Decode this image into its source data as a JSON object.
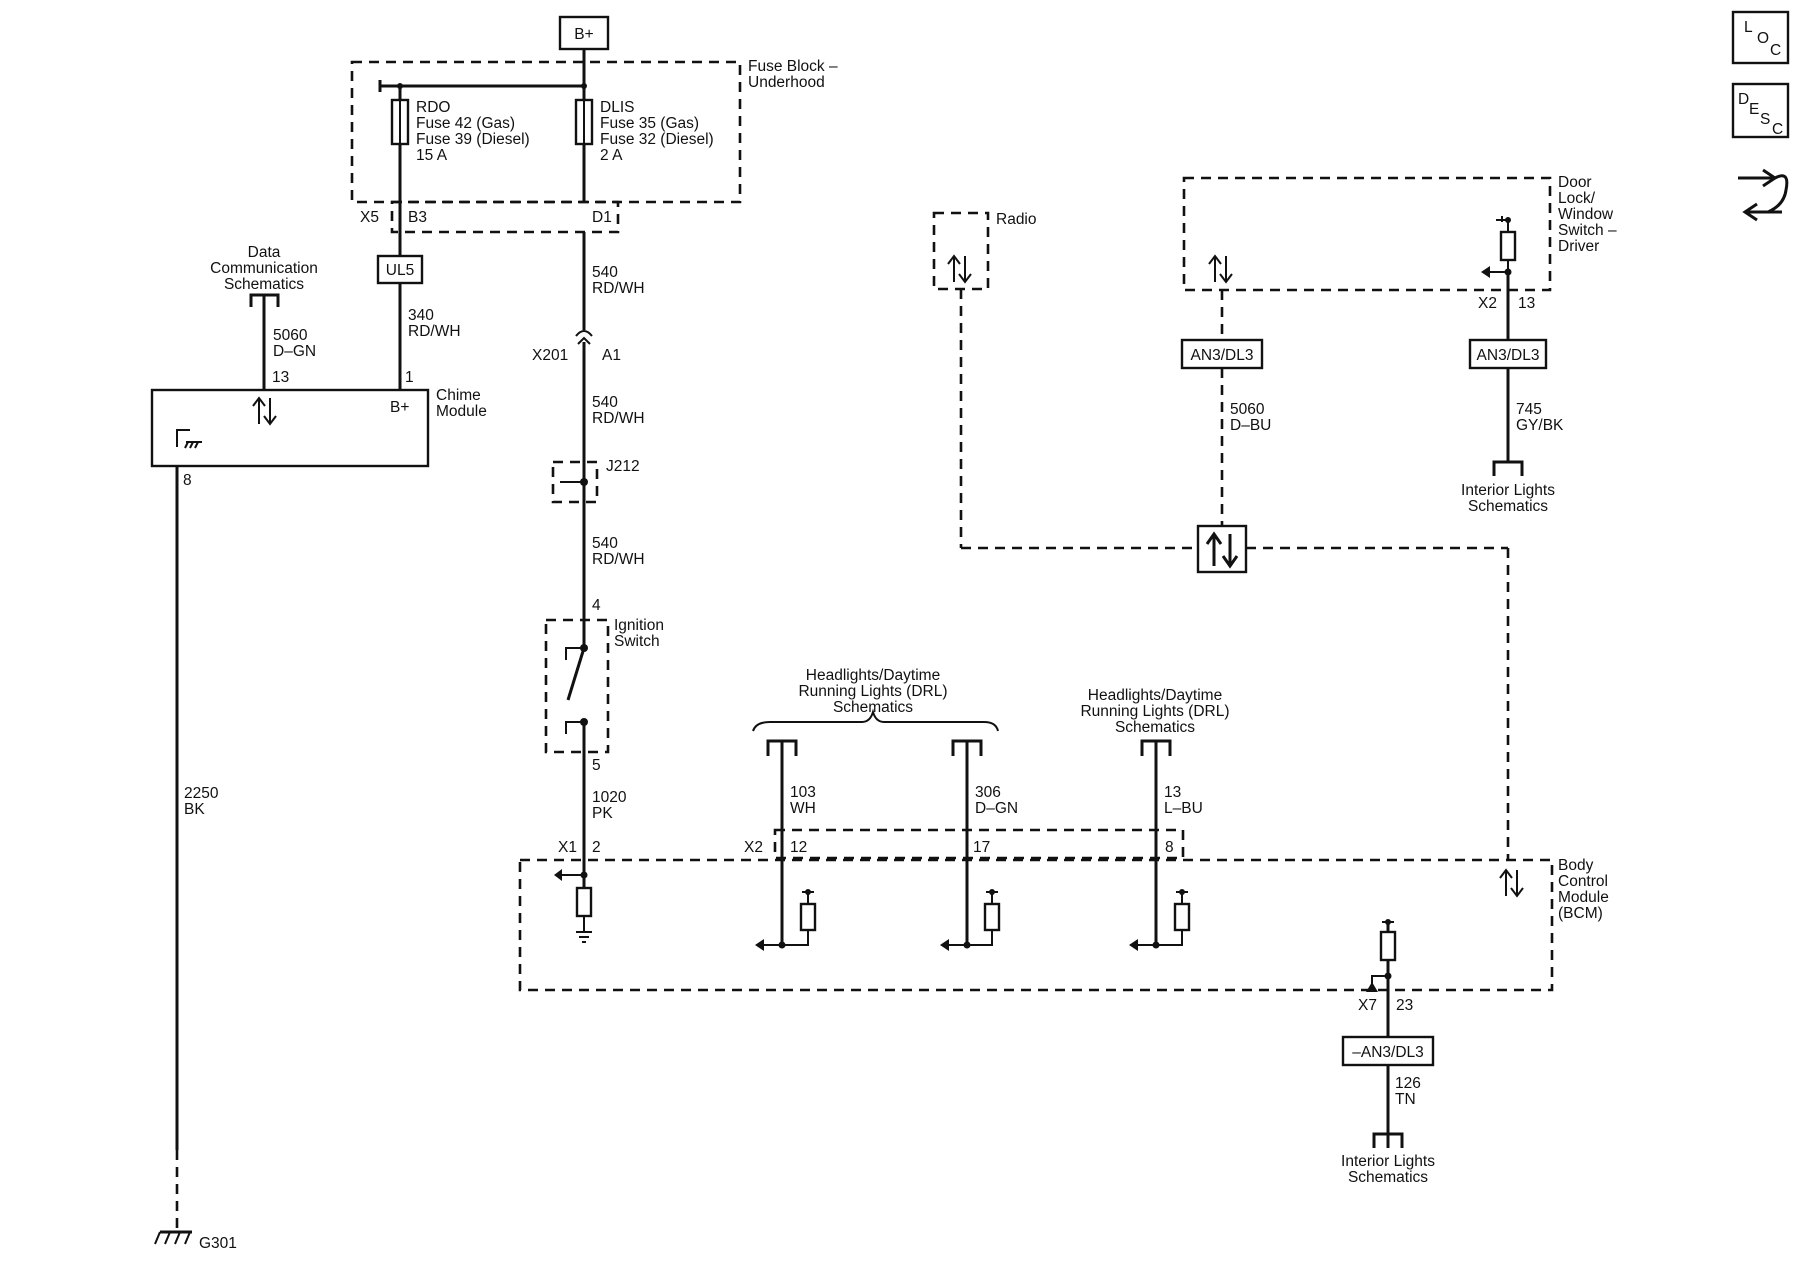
{
  "nav_icons": {
    "loc": {
      "l": "L",
      "o": "O",
      "c": "C"
    },
    "desc": {
      "d": "D",
      "e": "E",
      "s": "S",
      "c": "C"
    },
    "swap": "swap-arrows-icon"
  },
  "power": {
    "b_plus": "B+"
  },
  "fuse_block": {
    "name_1": "Fuse Block –",
    "name_2": "Underhood",
    "rdo": {
      "name": "RDO",
      "line1": "Fuse 42 (Gas)",
      "line2": "Fuse 39 (Diesel)",
      "rating": "15 A"
    },
    "dlis": {
      "name": "DLIS",
      "line1": "Fuse 35 (Gas)",
      "line2": "Fuse 32 (Diesel)",
      "rating": "2 A"
    },
    "conn": "X5",
    "pin_b3": "B3",
    "pin_d1": "D1"
  },
  "ul5": "UL5",
  "data_comm": {
    "l1": "Data",
    "l2": "Communication",
    "l3": "Schematics",
    "circuit": "5060",
    "color": "D–GN",
    "pin": "13"
  },
  "chime": {
    "circuit": "340",
    "color": "RD/WH",
    "pin": "1",
    "bplus": "B+",
    "name_1": "Chime",
    "name_2": "Module",
    "gnd_pin": "8"
  },
  "ground": {
    "circuit": "2250",
    "color": "BK",
    "label": "G301"
  },
  "ignition_feed": {
    "c1": "540",
    "col1": "RD/WH",
    "x201": "X201",
    "a1": "A1",
    "c2": "540",
    "col2": "RD/WH",
    "j212": "J212",
    "c3": "540",
    "col3": "RD/WH",
    "pin4": "4",
    "ign_1": "Ignition",
    "ign_2": "Switch",
    "pin5": "5",
    "c4": "1020",
    "col4": "PK",
    "x1": "X1",
    "pin2": "2"
  },
  "hl1": {
    "l1": "Headlights/Daytime",
    "l2": "Running Lights (DRL)",
    "l3": "Schematics"
  },
  "hl2": {
    "l1": "Headlights/Daytime",
    "l2": "Running Lights (DRL)",
    "l3": "Schematics"
  },
  "bcm_inputs": {
    "x2": "X2",
    "w103": "103",
    "w103c": "WH",
    "p12": "12",
    "w306": "306",
    "w306c": "D–GN",
    "p17": "17",
    "w13": "13",
    "w13c": "L–BU",
    "p8": "8"
  },
  "bcm": {
    "l1": "Body",
    "l2": "Control",
    "l3": "Module",
    "l4": "(BCM)",
    "x7": "X7",
    "p23": "23"
  },
  "radio": "Radio",
  "door": {
    "l1": "Door",
    "l2": "Lock/",
    "l3": "Window",
    "l4": "Switch –",
    "l5": "Driver",
    "x2": "X2",
    "p13": "13"
  },
  "an3_1": "AN3/DL3",
  "an3_2": "AN3/DL3",
  "an3_3": "–AN3/DL3",
  "door_lan": {
    "circuit": "5060",
    "color": "D–BU"
  },
  "door_interior": {
    "circuit": "745",
    "color": "GY/BK",
    "l1": "Interior Lights",
    "l2": "Schematics"
  },
  "bcm_interior": {
    "circuit": "126",
    "color": "TN",
    "l1": "Interior Lights",
    "l2": "Schematics"
  }
}
